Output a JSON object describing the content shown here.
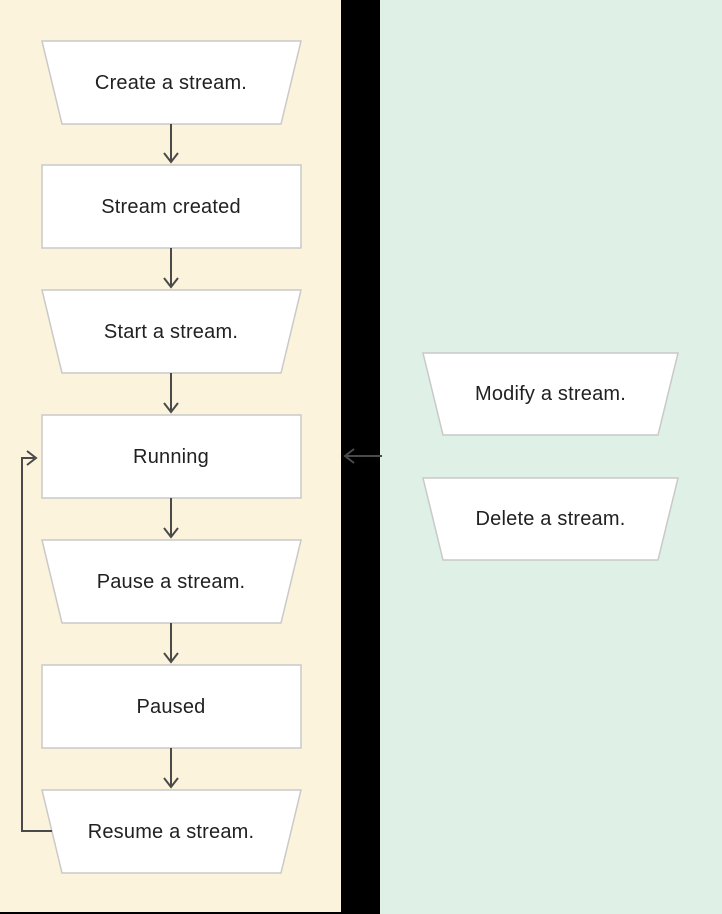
{
  "colors": {
    "cream": "#FBF3DB",
    "green": "#DFF0E7",
    "gap": "#000000",
    "node-fill": "#FFFFFF",
    "node-border": "#C9C9C9",
    "arrow": "#4A4A4A",
    "text": "#212121"
  },
  "diagram": {
    "type": "flowchart",
    "left_panel": {
      "background": "#FBF3DB",
      "nodes": [
        {
          "label": "Create a stream.",
          "shape": "trapezoid"
        },
        {
          "label": "Stream created",
          "shape": "rectangle"
        },
        {
          "label": "Start a stream.",
          "shape": "trapezoid"
        },
        {
          "label": "Running",
          "shape": "rectangle"
        },
        {
          "label": "Pause a stream.",
          "shape": "trapezoid"
        },
        {
          "label": "Paused",
          "shape": "rectangle"
        },
        {
          "label": "Resume a stream.",
          "shape": "trapezoid"
        }
      ]
    },
    "right_panel": {
      "background": "#DFF0E7",
      "nodes": [
        {
          "label": "Modify a stream.",
          "shape": "trapezoid"
        },
        {
          "label": "Delete a stream.",
          "shape": "trapezoid"
        }
      ]
    },
    "edges": [
      {
        "from": "Create a stream.",
        "to": "Stream created",
        "style": "arrow-down"
      },
      {
        "from": "Stream created",
        "to": "Start a stream.",
        "style": "arrow-down"
      },
      {
        "from": "Start a stream.",
        "to": "Running",
        "style": "arrow-down"
      },
      {
        "from": "Running",
        "to": "Pause a stream.",
        "style": "arrow-down"
      },
      {
        "from": "Pause a stream.",
        "to": "Paused",
        "style": "arrow-down"
      },
      {
        "from": "Paused",
        "to": "Resume a stream.",
        "style": "arrow-down"
      },
      {
        "from": "Resume a stream.",
        "to": "Running",
        "style": "loop-left-side"
      },
      {
        "from": "right-panel",
        "to": "Running",
        "style": "arrow-left-across-gap"
      }
    ]
  }
}
